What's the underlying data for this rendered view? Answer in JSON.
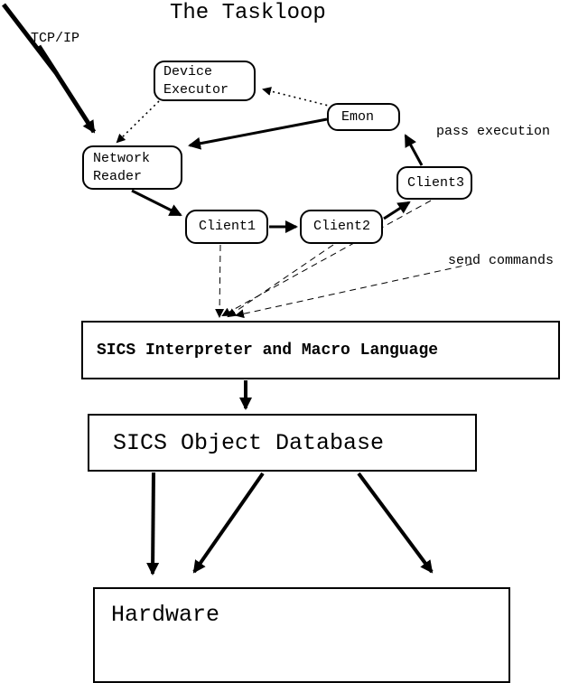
{
  "title": "The Taskloop",
  "labels": {
    "tcpip": "TCP/IP",
    "pass_execution": "pass execution",
    "send_commands": "send commands"
  },
  "nodes": {
    "device_executor": {
      "line1": "Device",
      "line2": "Executor"
    },
    "emon": {
      "label": "Emon"
    },
    "network_reader": {
      "line1": "Network",
      "line2": "Reader"
    },
    "client1": {
      "label": "Client1"
    },
    "client2": {
      "label": "Client2"
    },
    "client3": {
      "label": "Client3"
    }
  },
  "boxes": {
    "interpreter": {
      "label": "SICS Interpreter and Macro Language"
    },
    "database": {
      "label": "SICS Object Database"
    },
    "hardware": {
      "label": "Hardware"
    }
  },
  "colors": {
    "ink": "#000000",
    "background": "#ffffff"
  }
}
